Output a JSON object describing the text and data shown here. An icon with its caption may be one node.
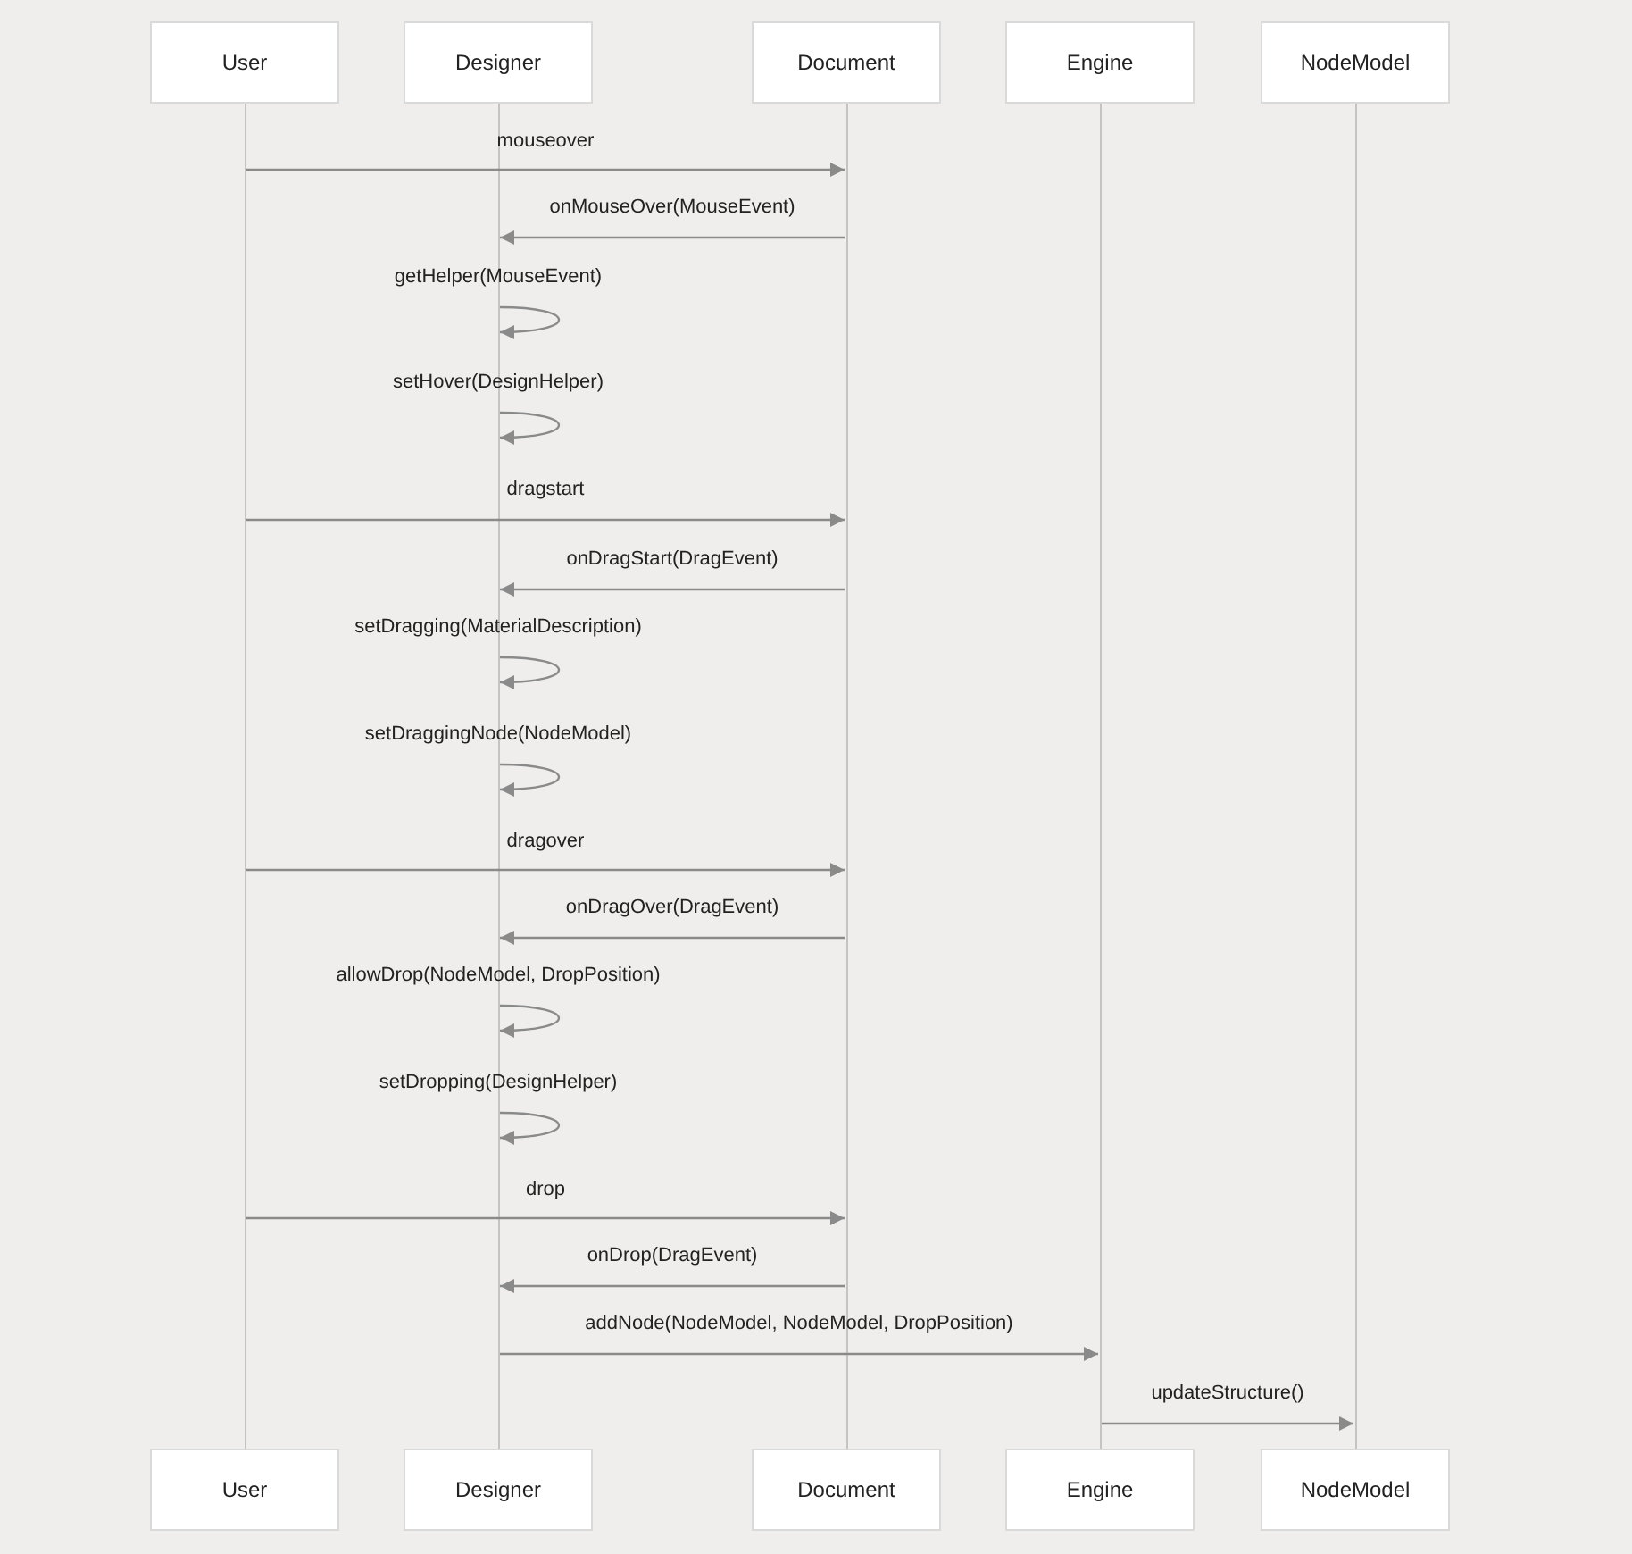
{
  "diagram": {
    "nodes": [
      {
        "text": [
          "User"
        ]
      },
      {
        "text": [
          "Designer"
        ]
      },
      {
        "text": [
          "Document"
        ]
      },
      {
        "text": [
          "Engine"
        ]
      },
      {
        "text": [
          "NodeModel"
        ]
      },
      {
        "text": [],
        "shape": "bar"
      },
      {
        "text": [],
        "shape": "bar"
      },
      {
        "text": [],
        "shape": "bar"
      },
      {
        "text": [],
        "shape": "bar"
      },
      {
        "text": [],
        "shape": "bar"
      },
      {
        "text": [
          "User"
        ]
      },
      {
        "text": [
          "Designer"
        ]
      },
      {
        "text": [
          "Document"
        ]
      },
      {
        "text": [
          "Engine"
        ]
      },
      {
        "text": [
          "NodeModel"
        ]
      }
    ],
    "edges": [
      {
        "from": 5,
        "to": 7,
        "arrow": "to",
        "label": "mouseover"
      },
      {
        "from": 7,
        "to": 6,
        "arrow": "to",
        "label": "onMouseOver(MouseEvent)"
      },
      {
        "from": 6,
        "to": 6,
        "arrow": "to",
        "label": "getHelper(MouseEvent)"
      },
      {
        "from": 6,
        "to": 6,
        "arrow": "to",
        "label": "setHover(DesignHelper)"
      },
      {
        "from": 5,
        "to": 7,
        "arrow": "to",
        "label": "dragstart"
      },
      {
        "from": 7,
        "to": 6,
        "arrow": "to",
        "label": "onDragStart(DragEvent)"
      },
      {
        "from": 6,
        "to": 6,
        "arrow": "to",
        "label": "setDragging(MaterialDescription)"
      },
      {
        "from": 6,
        "to": 6,
        "arrow": "to",
        "label": "setDraggingNode(NodeModel)"
      },
      {
        "from": 5,
        "to": 7,
        "arrow": "to",
        "label": "dragover"
      },
      {
        "from": 7,
        "to": 6,
        "arrow": "to",
        "label": "onDragOver(DragEvent)"
      },
      {
        "from": 6,
        "to": 6,
        "arrow": "to",
        "label": "allowDrop(NodeModel, DropPosition)"
      },
      {
        "from": 6,
        "to": 6,
        "arrow": "to",
        "label": "setDropping(DesignHelper)"
      },
      {
        "from": 5,
        "to": 7,
        "arrow": "to",
        "label": "drop"
      },
      {
        "from": 7,
        "to": 6,
        "arrow": "to",
        "label": "onDrop(DragEvent)"
      },
      {
        "from": 6,
        "to": 8,
        "arrow": "to",
        "label": "addNode(NodeModel, NodeModel, DropPosition)"
      },
      {
        "from": 8,
        "to": 9,
        "arrow": "to",
        "label": "updateStructure()"
      }
    ]
  }
}
